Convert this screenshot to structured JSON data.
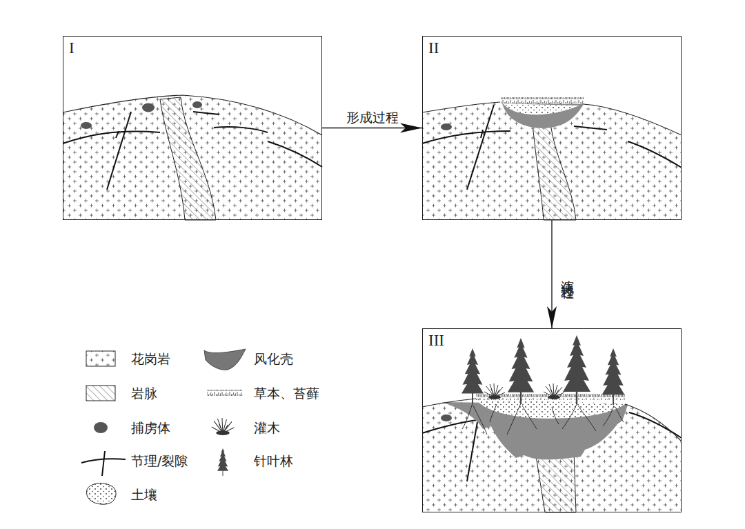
{
  "diagram": {
    "nodes": [
      {
        "text": [
          "I"
        ]
      },
      {
        "text": [
          "II"
        ]
      },
      {
        "text": [
          "III"
        ]
      }
    ],
    "edges": [
      {
        "from": 0,
        "to": 1,
        "label": "形成过程",
        "arrow": "to"
      },
      {
        "from": 1,
        "to": 2,
        "label": "演化过程",
        "arrow": "to"
      }
    ],
    "legend": [
      {
        "text": "花岗岩"
      },
      {
        "text": "岩脉"
      },
      {
        "text": "捕虏体"
      },
      {
        "text": "节理/裂隙"
      },
      {
        "text": "土壤"
      },
      {
        "text": "风化壳"
      },
      {
        "text": "草本、苔藓"
      },
      {
        "text": "灌木"
      },
      {
        "text": "针叶林"
      }
    ]
  }
}
